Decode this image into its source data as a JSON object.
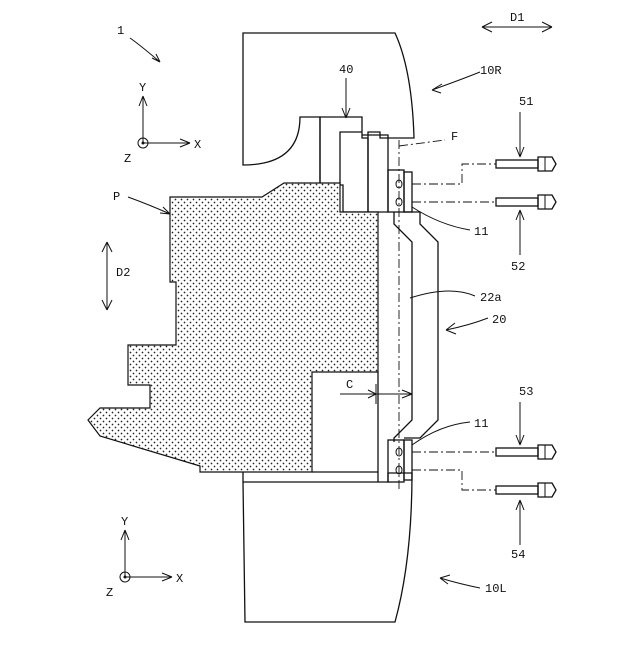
{
  "labels": {
    "assembly": "1",
    "direction1": "D1",
    "direction2": "D2",
    "right_body": "10R",
    "left_body": "10L",
    "bracket": "40",
    "plane": "F",
    "package": "P",
    "tab_upper": "11",
    "tab_lower": "11",
    "clearance": "C",
    "bridge": "20",
    "bridge_surface": "22a",
    "bolt_51": "51",
    "bolt_52": "52",
    "bolt_53": "53",
    "bolt_54": "54"
  },
  "axes_top": {
    "y": "Y",
    "x": "X",
    "z": "Z"
  },
  "axes_bottom": {
    "y": "Y",
    "x": "X",
    "z": "Z"
  }
}
